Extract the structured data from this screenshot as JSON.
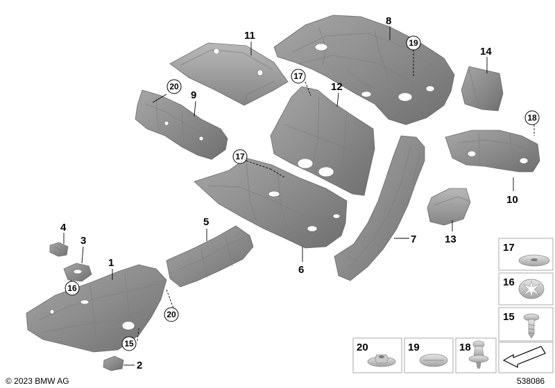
{
  "diagram": {
    "labels": [
      "1",
      "2",
      "3",
      "4",
      "5",
      "6",
      "7",
      "8",
      "9",
      "10",
      "11",
      "12",
      "13",
      "14"
    ],
    "circled_labels": {
      "c20a": "20",
      "c17a": "17",
      "c17b": "17",
      "c19": "19",
      "c18": "18",
      "c16": "16",
      "c20b": "20",
      "c15": "15"
    },
    "kit": {
      "k17": "17",
      "k16": "16",
      "k15": "15",
      "k20": "20",
      "k19": "19",
      "k18": "18"
    },
    "footer": {
      "copyright": "© 2023 BMW AG",
      "diagram_number": "538086"
    }
  },
  "colors": {
    "part_fill": "#909090",
    "part_dark": "#7a7a7a",
    "part_light": "#b4b4b4",
    "box_border": "#a8a8a8"
  }
}
